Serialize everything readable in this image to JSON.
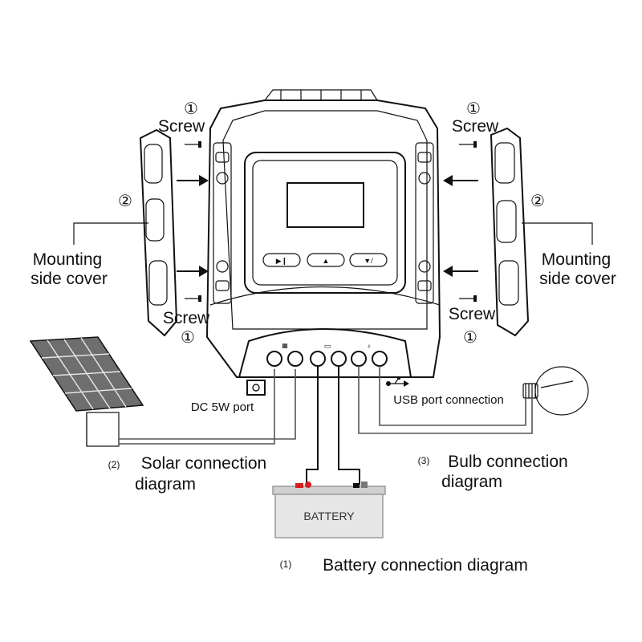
{
  "labels": {
    "screw": "Screw",
    "circled_one": "①",
    "circled_two": "②",
    "mounting_line1": "Mounting",
    "mounting_line2": "side cover",
    "dc_port": "DC 5W port",
    "usb_port": "USB port connection",
    "solar_num": "(2)",
    "solar_line1": "Solar connection",
    "solar_line2": "diagram",
    "bulb_num": "(3)",
    "bulb_line1": "Bulb connection",
    "bulb_line2": "diagram",
    "battery_text": "BATTERY",
    "battery_num": "(1)",
    "battery_caption": "Battery connection diagram"
  },
  "icons": [
    "solar-panel-icon",
    "battery-icon",
    "light-bulb-icon",
    "usb-icon",
    "screw-icon",
    "arrow-right-icon",
    "arrow-left-icon",
    "play-pause-icon",
    "up-arrow-icon",
    "down-arrow-icon"
  ],
  "colors": {
    "line": "#111111",
    "battery_terminal": "#d62020",
    "battery_body": "#e6e6e6",
    "solar_cell": "#6e6e6e"
  }
}
